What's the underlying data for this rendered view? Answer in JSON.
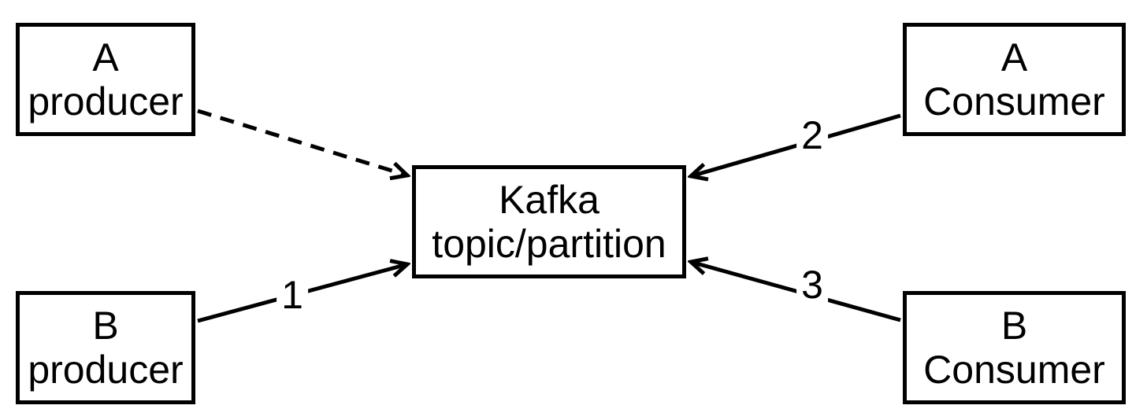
{
  "diagram": {
    "background_color": "#ffffff",
    "stroke_color": "#000000",
    "nodes": {
      "a_producer": {
        "line1": "A",
        "line2": "producer"
      },
      "b_producer": {
        "line1": "B",
        "line2": "producer"
      },
      "kafka": {
        "line1": "Kafka",
        "line2": "topic/partition"
      },
      "a_consumer": {
        "line1": "A",
        "line2": "Consumer"
      },
      "b_consumer": {
        "line1": "B",
        "line2": "Consumer"
      }
    },
    "edges": [
      {
        "from": "a_producer",
        "to": "kafka",
        "style": "dashed",
        "label": ""
      },
      {
        "from": "b_producer",
        "to": "kafka",
        "style": "solid",
        "label": "1"
      },
      {
        "from": "a_consumer",
        "to": "kafka",
        "style": "solid",
        "label": "2"
      },
      {
        "from": "b_consumer",
        "to": "kafka",
        "style": "solid",
        "label": "3"
      }
    ]
  }
}
